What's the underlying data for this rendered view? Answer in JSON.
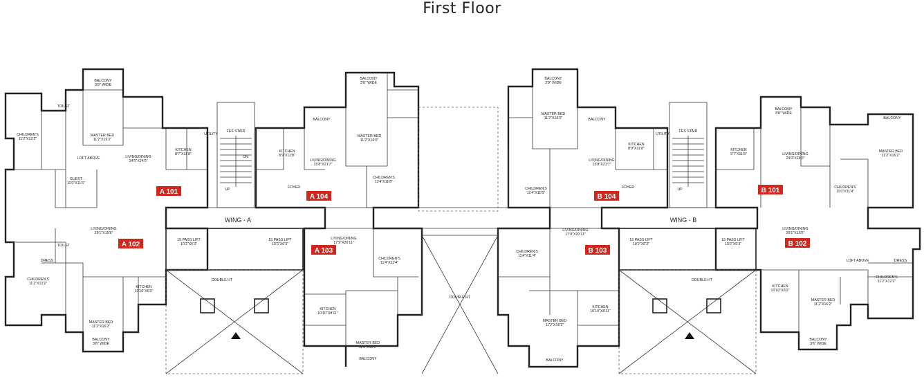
{
  "title": "First Floor",
  "wings": [
    "WING - A",
    "WING - B"
  ],
  "apartment_tags": [
    "A 101",
    "A 102",
    "A 103",
    "A 104",
    "B 101",
    "B 102",
    "B 103",
    "B 104"
  ],
  "room_labels": {
    "balcony": "BALCONY",
    "balcony_dim": "3'8\" WIDE",
    "toilet": "TOILET",
    "master_bed": "MASTER BED",
    "childrens": "CHILDREN'S",
    "guest": "GUEST",
    "living_dining": "LIVING/DINING",
    "kitchen": "KITCHEN",
    "utility": "UTILITY",
    "loft_above": "LOFT ABOVE",
    "foyer": "FOYER",
    "dress": "DRESS",
    "fes_stair": "FES STAIR",
    "lift": "15 PASS LIFT",
    "lift_dim": "10'2\"X6'3\"",
    "double_ht": "DOUBLE HT",
    "up": "UP",
    "dn": "DN"
  },
  "dimensions": {
    "a101_living": "24'0\"X24'0\"",
    "a101_master": "11'2\"X16'2\"",
    "a101_children": "11'2\"X12'2\"",
    "a101_guest": "11'0\"X11'6\"",
    "a101_kitchen": "8'7\"X11'8\"",
    "a102_living": "29'1\"X15'6\"",
    "a102_master": "11'2\"X16'2\"",
    "a102_children": "11'2\"X12'2\"",
    "a102_kitchen": "10'10\"X8'3\"",
    "a103_living": "17'9\"X20'11\"",
    "a103_children": "11'4\"X11'4\"",
    "a103_kitchen": "10'10\"X8'11\"",
    "a103_master": "11'2\"X16'2\"",
    "a104_living": "15'8\"X21'7\"",
    "a104_kitchen": "8'9\"X11'8\"",
    "a104_children": "11'4\"X11'8\"",
    "a104_master": "11'2\"X16'0\"",
    "b101_living": "24'0\"X24'0\"",
    "b101_master": "11'2\"X16'2\"",
    "b101_children": "11'0\"X11'4\"",
    "b101_kitchen": "9'7\"X11'8\"",
    "b102_living": "29'1\"X15'6\"",
    "b102_master": "11'2\"X16'2\"",
    "b102_children": "11'2\"X12'2\"",
    "b102_kitchen": "10'10\"X8'3\"",
    "b103_living": "17'9\"X20'11\"",
    "b103_children": "11'4\"X11'4\"",
    "b103_kitchen": "10'10\"X8'11\"",
    "b103_master": "11'2\"X16'2\"",
    "b104_living": "15'8\"X21'7\"",
    "b104_kitchen": "8'9\"X11'8\"",
    "b104_children": "11'4\"X11'8\"",
    "b104_master": "11'2\"X16'0\""
  },
  "colors": {
    "tag": "#d0281e",
    "ink": "#222222"
  }
}
